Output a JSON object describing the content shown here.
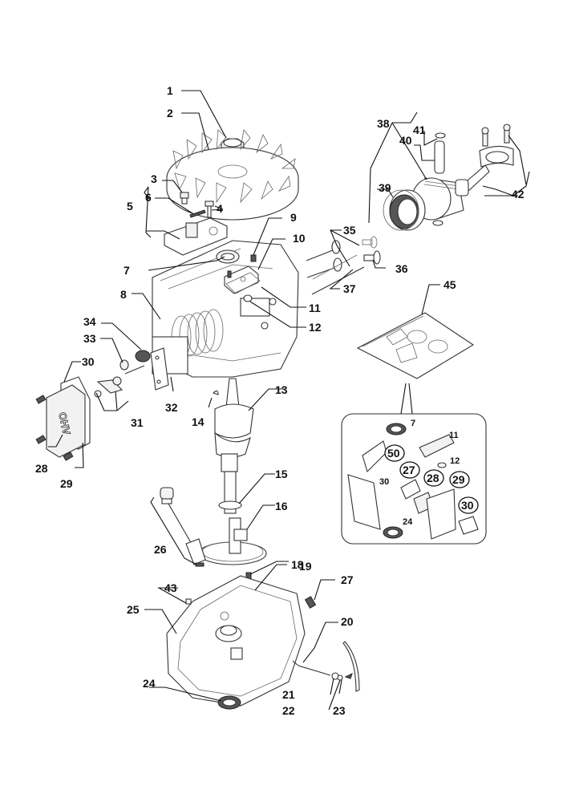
{
  "diagram": {
    "title": "Engine exploded parts diagram",
    "callouts": {
      "c1": "1",
      "c2": "2",
      "c3": "3",
      "c4": "4",
      "c5": "5",
      "c6": "6",
      "c7": "7",
      "c8": "8",
      "c9": "9",
      "c10": "10",
      "c11": "11",
      "c12": "12",
      "c13": "13",
      "c14": "14",
      "c15": "15",
      "c16": "16",
      "c18": "18",
      "c19": "19",
      "c20": "20",
      "c21": "21",
      "c22": "22",
      "c23": "23",
      "c24": "24",
      "c25": "25",
      "c26": "26",
      "c27": "27",
      "c28": "28",
      "c29": "29",
      "c30": "30",
      "c31": "31",
      "c32": "32",
      "c33": "33",
      "c34": "34",
      "c35": "35",
      "c36": "36",
      "c37": "37",
      "c38": "38",
      "c39": "39",
      "c40": "40",
      "c41": "41",
      "c42": "42",
      "c43": "43",
      "c45": "45"
    },
    "gasket_kit": {
      "label_7": "7",
      "label_11": "11",
      "label_12": "12",
      "label_24": "24",
      "label_30": "30",
      "circled": [
        "50",
        "27",
        "28",
        "29",
        "30"
      ]
    },
    "cover_text": "OHV"
  }
}
